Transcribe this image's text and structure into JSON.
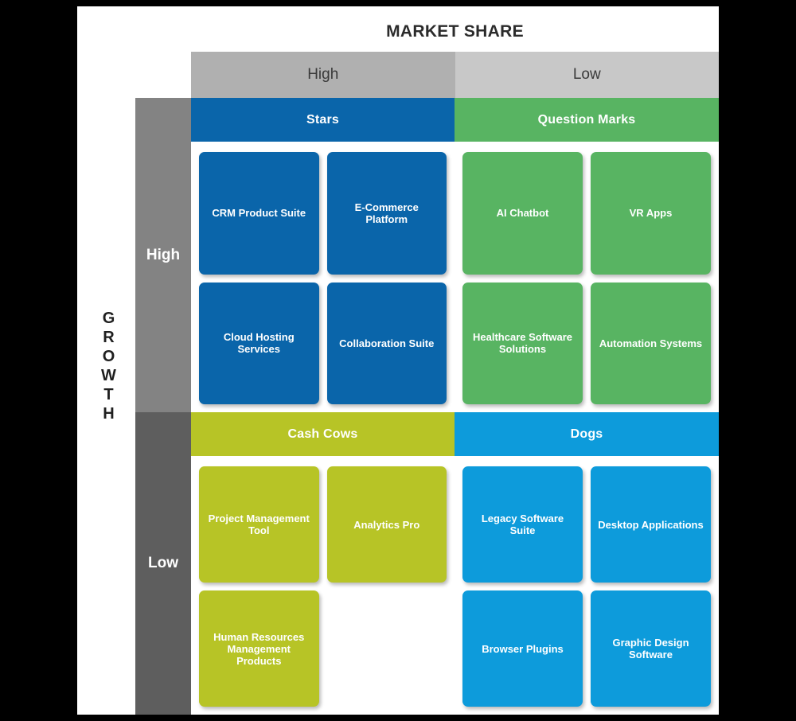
{
  "title": "MARKET SHARE",
  "axis": {
    "vertical_label": "GROWTH",
    "vertical_letters": [
      "G",
      "R",
      "O",
      "W",
      "T",
      "H"
    ],
    "row_labels": {
      "high": "High",
      "low": "Low"
    },
    "column_labels": {
      "high": "High",
      "low": "Low"
    }
  },
  "colors": {
    "stars": "#0a65aa",
    "question_marks": "#58b462",
    "cash_cows": "#b7c426",
    "dogs": "#0d9bdb",
    "col_header_high": "#b0b0b0",
    "col_header_low": "#c8c8c8",
    "row_bar_high": "#838383",
    "row_bar_low": "#5e5e5e",
    "title_text": "#2b2b2b"
  },
  "chart_data": {
    "type": "table",
    "title": "MARKET SHARE",
    "xlabel": "MARKET SHARE",
    "ylabel": "GROWTH",
    "categories": [
      "High",
      "Low"
    ],
    "rows": [
      "High",
      "Low"
    ],
    "quadrants": [
      {
        "name": "Stars",
        "market_share": "High",
        "growth": "High",
        "color": "#0a65aa",
        "items": [
          "CRM Product Suite",
          "E-Commerce Platform",
          "Cloud Hosting Services",
          "Collaboration Suite"
        ]
      },
      {
        "name": "Question Marks",
        "market_share": "Low",
        "growth": "High",
        "color": "#58b462",
        "items": [
          "AI Chatbot",
          "VR Apps",
          "Healthcare Software Solutions",
          "Automation Systems"
        ]
      },
      {
        "name": "Cash Cows",
        "market_share": "High",
        "growth": "Low",
        "color": "#b7c426",
        "items": [
          "Project Management Tool",
          "Analytics Pro",
          "Human Resources Management Products"
        ]
      },
      {
        "name": "Dogs",
        "market_share": "Low",
        "growth": "Low",
        "color": "#0d9bdb",
        "items": [
          "Legacy Software Suite",
          "Desktop Applications",
          "Browser Plugins",
          "Graphic Design Software"
        ]
      }
    ]
  },
  "quadrants": {
    "stars": {
      "label": "Stars",
      "cards": [
        "CRM Product Suite",
        "E-Commerce Platform",
        "Cloud Hosting Services",
        "Collaboration Suite"
      ]
    },
    "question_marks": {
      "label": "Question Marks",
      "cards": [
        "AI Chatbot",
        "VR Apps",
        "Healthcare Software Solutions",
        "Automation Systems"
      ]
    },
    "cash_cows": {
      "label": "Cash Cows",
      "cards": [
        "Project Management Tool",
        "Analytics Pro",
        "Human Resources Management Products",
        ""
      ]
    },
    "dogs": {
      "label": "Dogs",
      "cards": [
        "Legacy Software Suite",
        "Desktop Applications",
        "Browser Plugins",
        "Graphic Design Software"
      ]
    }
  }
}
